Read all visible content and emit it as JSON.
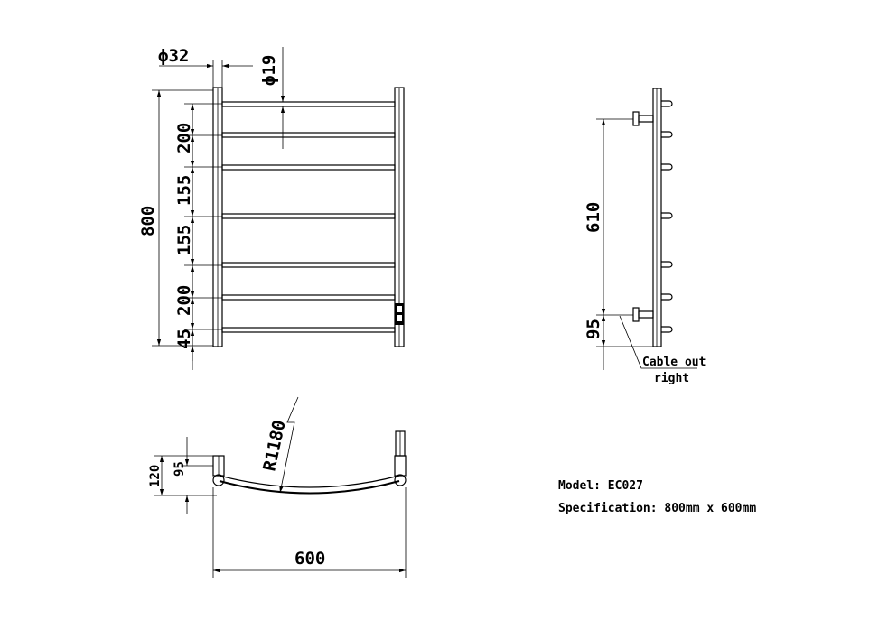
{
  "front_view": {
    "d_vertical_pipe": "ϕ32",
    "d_rail": "ϕ19",
    "total_height": "800",
    "spacing": [
      "200",
      "155",
      "155",
      "200",
      "45"
    ]
  },
  "side_view": {
    "mount_spacing": "610",
    "bottom_offset": "95",
    "cable_note_line1": "Cable out",
    "cable_note_line2": "right"
  },
  "top_view": {
    "radius": "R1180",
    "depth_total": "120",
    "depth_rail": "95",
    "width": "600"
  },
  "spec": {
    "model": "Model: EC027",
    "specification": "Specification: 800mm x 600mm"
  }
}
